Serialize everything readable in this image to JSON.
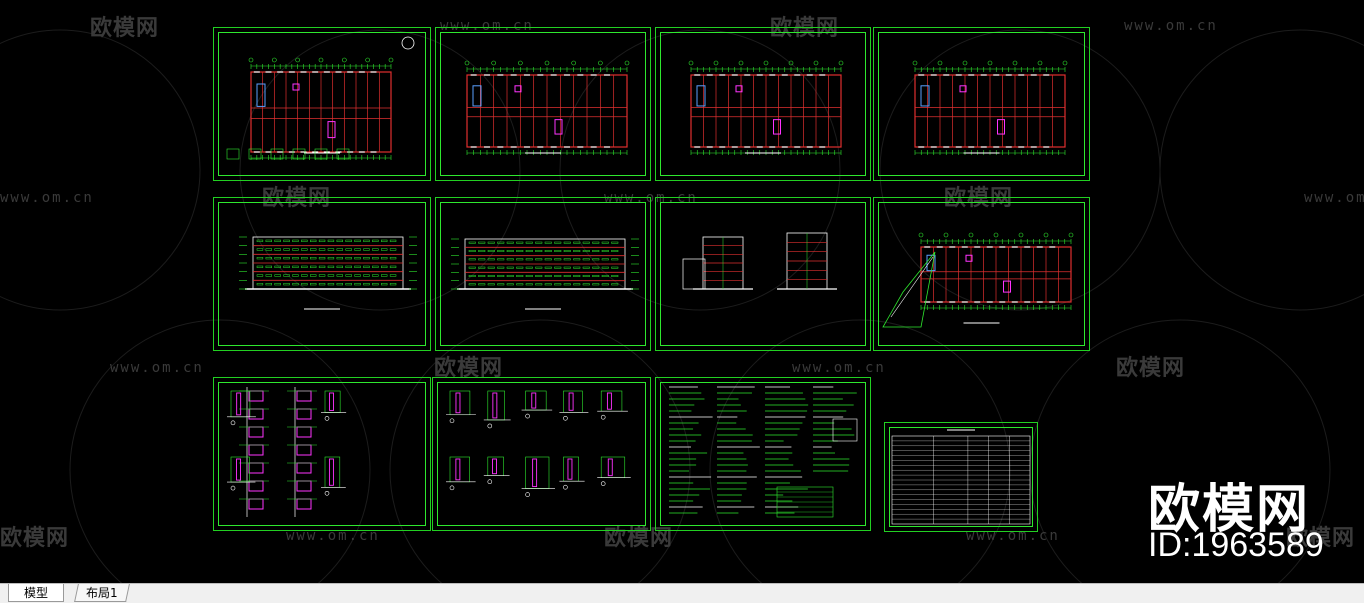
{
  "window": {
    "tabs": [
      {
        "label": "模型",
        "active": true
      },
      {
        "label": "布局1",
        "active": false
      }
    ]
  },
  "watermark": {
    "logo_text": "欧模网",
    "url_text": "www.om.cn"
  },
  "brand": {
    "logo": "欧模网",
    "id_text": "ID:1963589"
  },
  "colors": {
    "background": "#000000",
    "frame": "#2ee82e",
    "wall": "#e03030",
    "line": "#2ee82e",
    "accent": "#ff33ff",
    "note": "#ffffff"
  },
  "sheets": [
    {
      "name": "sheet-floor-plan-1",
      "kind": "plan"
    },
    {
      "name": "sheet-floor-plan-2",
      "kind": "plan"
    },
    {
      "name": "sheet-floor-plan-3",
      "kind": "plan"
    },
    {
      "name": "sheet-floor-plan-4",
      "kind": "plan"
    },
    {
      "name": "sheet-elevation-front",
      "kind": "elevation"
    },
    {
      "name": "sheet-elevation-rear",
      "kind": "elevation"
    },
    {
      "name": "sheet-elevation-side",
      "kind": "section"
    },
    {
      "name": "sheet-roof-plan",
      "kind": "plan"
    },
    {
      "name": "sheet-wall-details",
      "kind": "detail"
    },
    {
      "name": "sheet-node-details",
      "kind": "detail"
    },
    {
      "name": "sheet-design-notes",
      "kind": "notes"
    },
    {
      "name": "sheet-drawing-index",
      "kind": "table"
    }
  ]
}
